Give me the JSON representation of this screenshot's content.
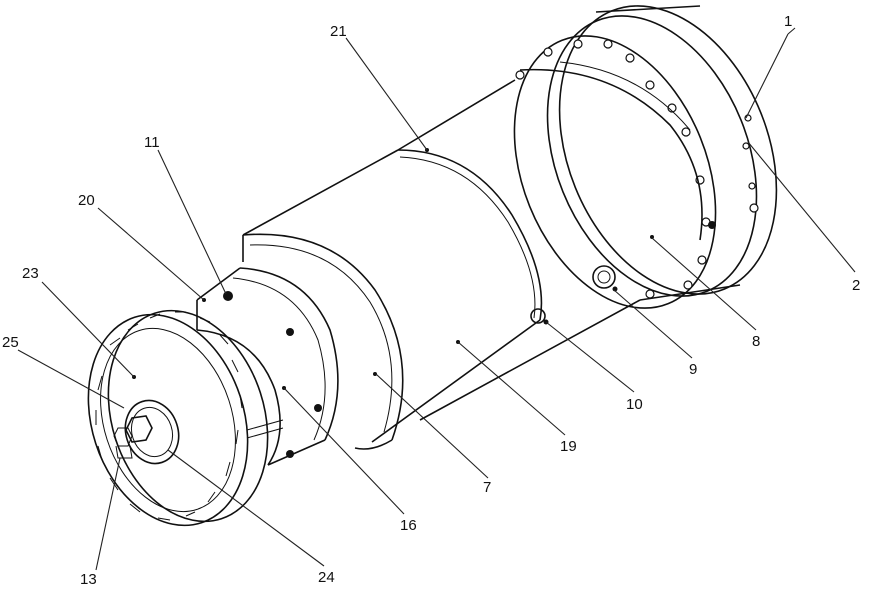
{
  "labels": {
    "l1": "1",
    "l2": "2",
    "l7": "7",
    "l8": "8",
    "l9": "9",
    "l10": "10",
    "l11": "11",
    "l13": "13",
    "l16": "16",
    "l19": "19",
    "l20": "20",
    "l21": "21",
    "l23": "23",
    "l24": "24",
    "l25": "25"
  }
}
